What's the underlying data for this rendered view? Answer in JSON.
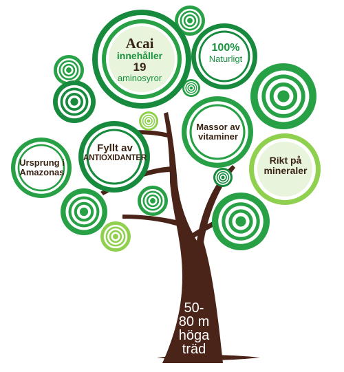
{
  "palette": {
    "trunk": "#4a2418",
    "dark_green": "#178a3d",
    "mid_green": "#27a046",
    "light_green": "#8fd14f",
    "pale_green": "#e8f5dc",
    "text_dark": "#3a2415"
  },
  "labels": {
    "acai": {
      "line1": "Acai",
      "line2": "innehåller",
      "line3": "19",
      "line4": "aminosyror"
    },
    "natural": {
      "line1": "100%",
      "line2": "Naturligt"
    },
    "vitamins": {
      "line1": "Massor av",
      "line2": "vitaminer"
    },
    "origin": {
      "line1": "Ursprung i",
      "line2": "Amazonas"
    },
    "antioxidants": {
      "line1": "Fyllt av",
      "line2": "ANTIOXIDANTER"
    },
    "minerals": {
      "line1": "Rikt på",
      "line2": "mineraler"
    },
    "height": {
      "line1": "50-",
      "line2": "80 m",
      "line3": "höga",
      "line4": "träd"
    }
  }
}
